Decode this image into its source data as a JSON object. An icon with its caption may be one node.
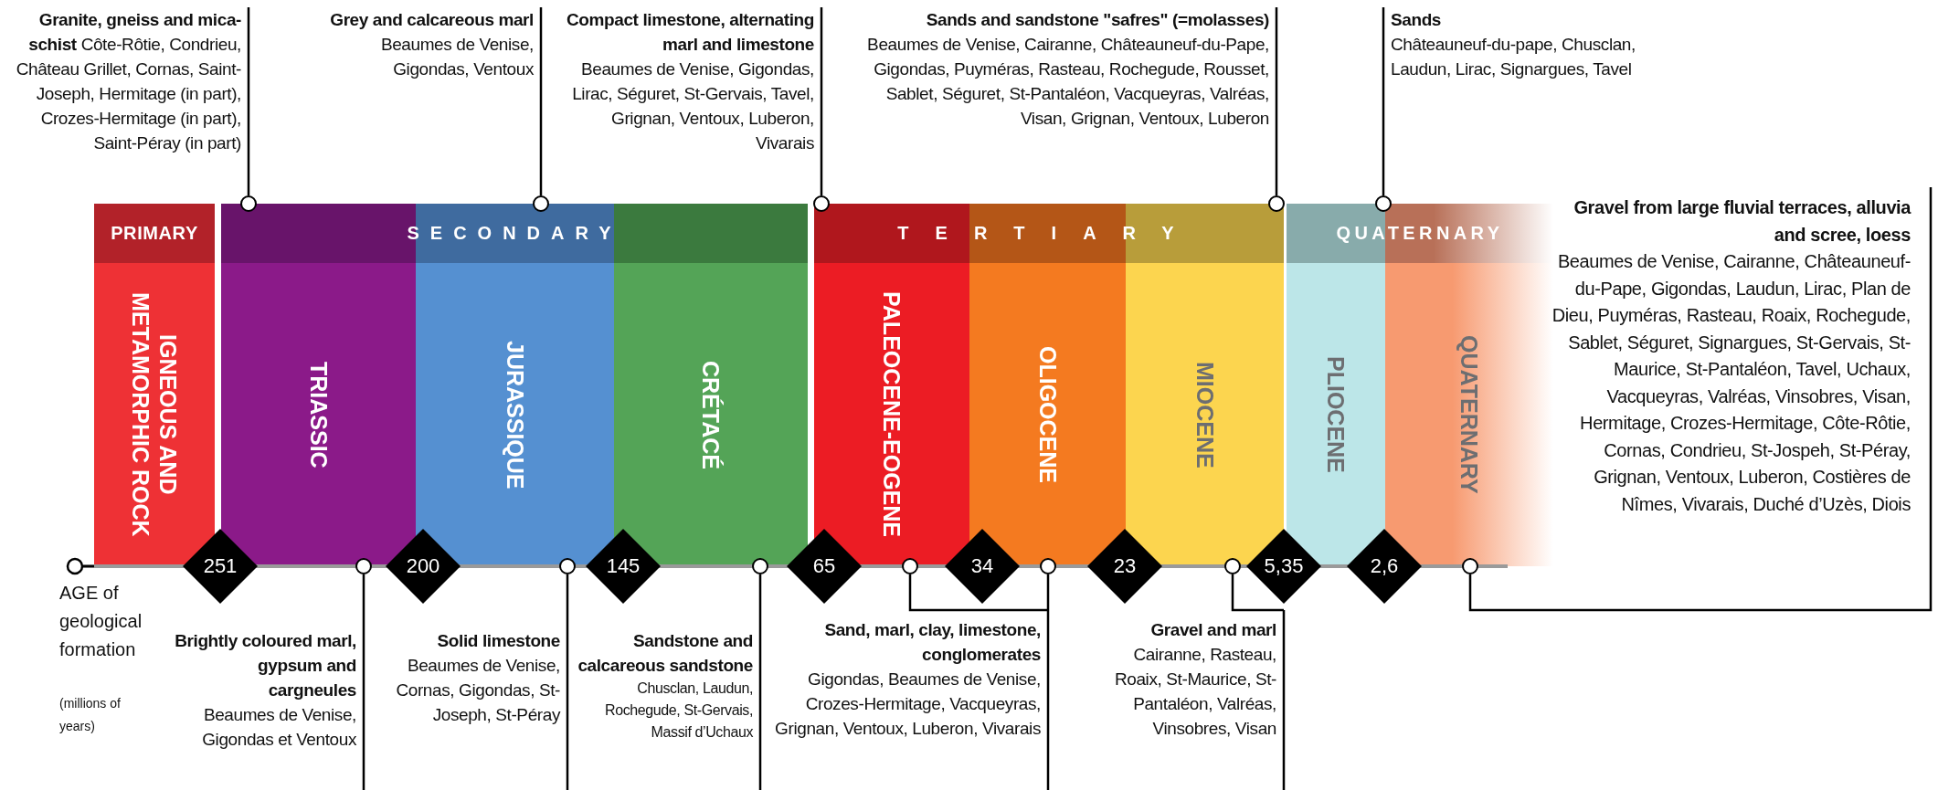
{
  "diagram": {
    "nodes": [
      {
        "text": [
          "PRIMARY"
        ]
      },
      {
        "text": [
          "SECONDARY"
        ]
      },
      {
        "text": [
          "TERTIARY"
        ]
      },
      {
        "text": [
          "QUATERNARY"
        ]
      },
      {
        "text": [
          "IGNEOUS AND METAMORPHIC ROCK"
        ]
      },
      {
        "text": [
          "TRIASSIC"
        ]
      },
      {
        "text": [
          "JURASSIQUE"
        ]
      },
      {
        "text": [
          "CRÉTACÉ"
        ]
      },
      {
        "text": [
          "PALEOCENE-EOGENE"
        ]
      },
      {
        "text": [
          "OLIGOCENE"
        ]
      },
      {
        "text": [
          "MIOCENE"
        ]
      },
      {
        "text": [
          "PLIOCENE"
        ]
      },
      {
        "text": [
          "QUATERNARY"
        ]
      },
      {
        "text": [
          "251"
        ]
      },
      {
        "text": [
          "200"
        ]
      },
      {
        "text": [
          "145"
        ]
      },
      {
        "text": [
          "65"
        ]
      },
      {
        "text": [
          "34"
        ]
      },
      {
        "text": [
          "23"
        ]
      },
      {
        "text": [
          "5,35"
        ]
      },
      {
        "text": [
          "2,6"
        ]
      },
      {
        "text": [
          "**Granite, gneiss and mica-schist** Côte-Rôtie, Condrieu, Château Grillet, Cornas, Saint-Joseph, Hermitage (in part), Crozes-Hermitage (in part), Saint-Péray (in part)"
        ]
      },
      {
        "text": [
          "Grey and calcareous marl",
          "Beaumes de Venise, Gigondas, Ventoux"
        ]
      },
      {
        "text": [
          "Compact limestone, alternating marl and limestone",
          "Beaumes de Venise, Gigondas, Lirac, Séguret, St-Gervais, Tavel, Grignan, Ventoux, Luberon, Vivarais"
        ]
      },
      {
        "text": [
          "Sands and sandstone \"safres\" (=molasses)",
          "Beaumes de Venise, Cairanne, Châteauneuf-du-Pape, Gigondas, Puyméras, Rasteau, Rochegude, Rousset, Sablet, Séguret, St-Pantaléon, Vacqueyras, Valréas, Visan, Grignan, Ventoux, Luberon"
        ]
      },
      {
        "text": [
          "Sands",
          "Châteauneuf-du-pape, Chusclan, Laudun, Lirac, Signargues, Tavel"
        ]
      },
      {
        "text": [
          "Brightly coloured marl, gypsum and cargneules",
          "Beaumes de Venise, Gigondas et Ventoux"
        ]
      },
      {
        "text": [
          "Solid limestone",
          "Beaumes de Venise, Cornas, Gigondas, St-Joseph, St-Péray"
        ]
      },
      {
        "text": [
          "Sandstone and calcareous sandstone",
          "Chusclan, Laudun, Rochegude, St-Gervais, Massif d’Uchaux"
        ]
      },
      {
        "text": [
          "Sand, marl, clay, limestone, conglomerates",
          "Gigondas, Beaumes de Venise, Crozes-Hermitage, Vacqueyras, Grignan, Ventoux, Luberon, Vivarais"
        ]
      },
      {
        "text": [
          "Gravel and marl",
          "Cairanne, Rasteau, Roaix, St-Maurice, St-Pantaléon, Valréas, Vinsobres, Visan"
        ]
      },
      {
        "text": [
          "Gravel from large fluvial terraces, alluvia and scree, loess",
          "Beaumes de Venise, Cairanne, Châteauneuf-du-Pape, Gigondas, Laudun, Lirac, Plan de Dieu, Puyméras, Rasteau, Roaix, Rochegude, Sablet, Séguret, Signargues, St-Gervais, St-Maurice, St-Pantaléon, Tavel, Uchaux, Vacqueyras, Valréas, Vinsobres, Visan, Hermitage, Crozes-Hermitage, Côte-Rôtie, Cornas, Condrieu, St-Jospeh, St-Péray, Grignan, Ventoux, Luberon, Costières de Nîmes, Vivarais, Duché d’Uzès, Diois"
        ]
      },
      {
        "text": [],
        "shape": "circle"
      },
      {
        "text": [],
        "shape": "circle"
      },
      {
        "text": [],
        "shape": "circle"
      },
      {
        "text": [],
        "shape": "circle"
      },
      {
        "text": [],
        "shape": "circle"
      },
      {
        "text": [],
        "shape": "circle"
      },
      {
        "text": [],
        "shape": "circle"
      },
      {
        "text": [],
        "shape": "circle"
      },
      {
        "text": [],
        "shape": "circle"
      },
      {
        "text": [],
        "shape": "circle"
      },
      {
        "text": [],
        "shape": "circle"
      },
      {
        "text": [],
        "shape": "circle"
      }
    ],
    "edges": [
      {
        "from": 21,
        "to": 32,
        "arrow": "none"
      },
      {
        "from": 22,
        "to": 33,
        "arrow": "none"
      },
      {
        "from": 23,
        "to": 34,
        "arrow": "none"
      },
      {
        "from": 24,
        "to": 35,
        "arrow": "none"
      },
      {
        "from": 25,
        "to": 36,
        "arrow": "none"
      },
      {
        "from": 26,
        "to": 37,
        "arrow": "none"
      },
      {
        "from": 27,
        "to": 38,
        "arrow": "none"
      },
      {
        "from": 28,
        "to": 39,
        "arrow": "none"
      },
      {
        "from": 29,
        "to": 40,
        "arrow": "none"
      },
      {
        "from": 29,
        "to": 41,
        "arrow": "none"
      },
      {
        "from": 30,
        "to": 42,
        "arrow": "none"
      },
      {
        "from": 31,
        "to": 43,
        "arrow": "none"
      }
    ],
    "labels": [
      "AGE of geological formation",
      "(millions of years)"
    ]
  }
}
